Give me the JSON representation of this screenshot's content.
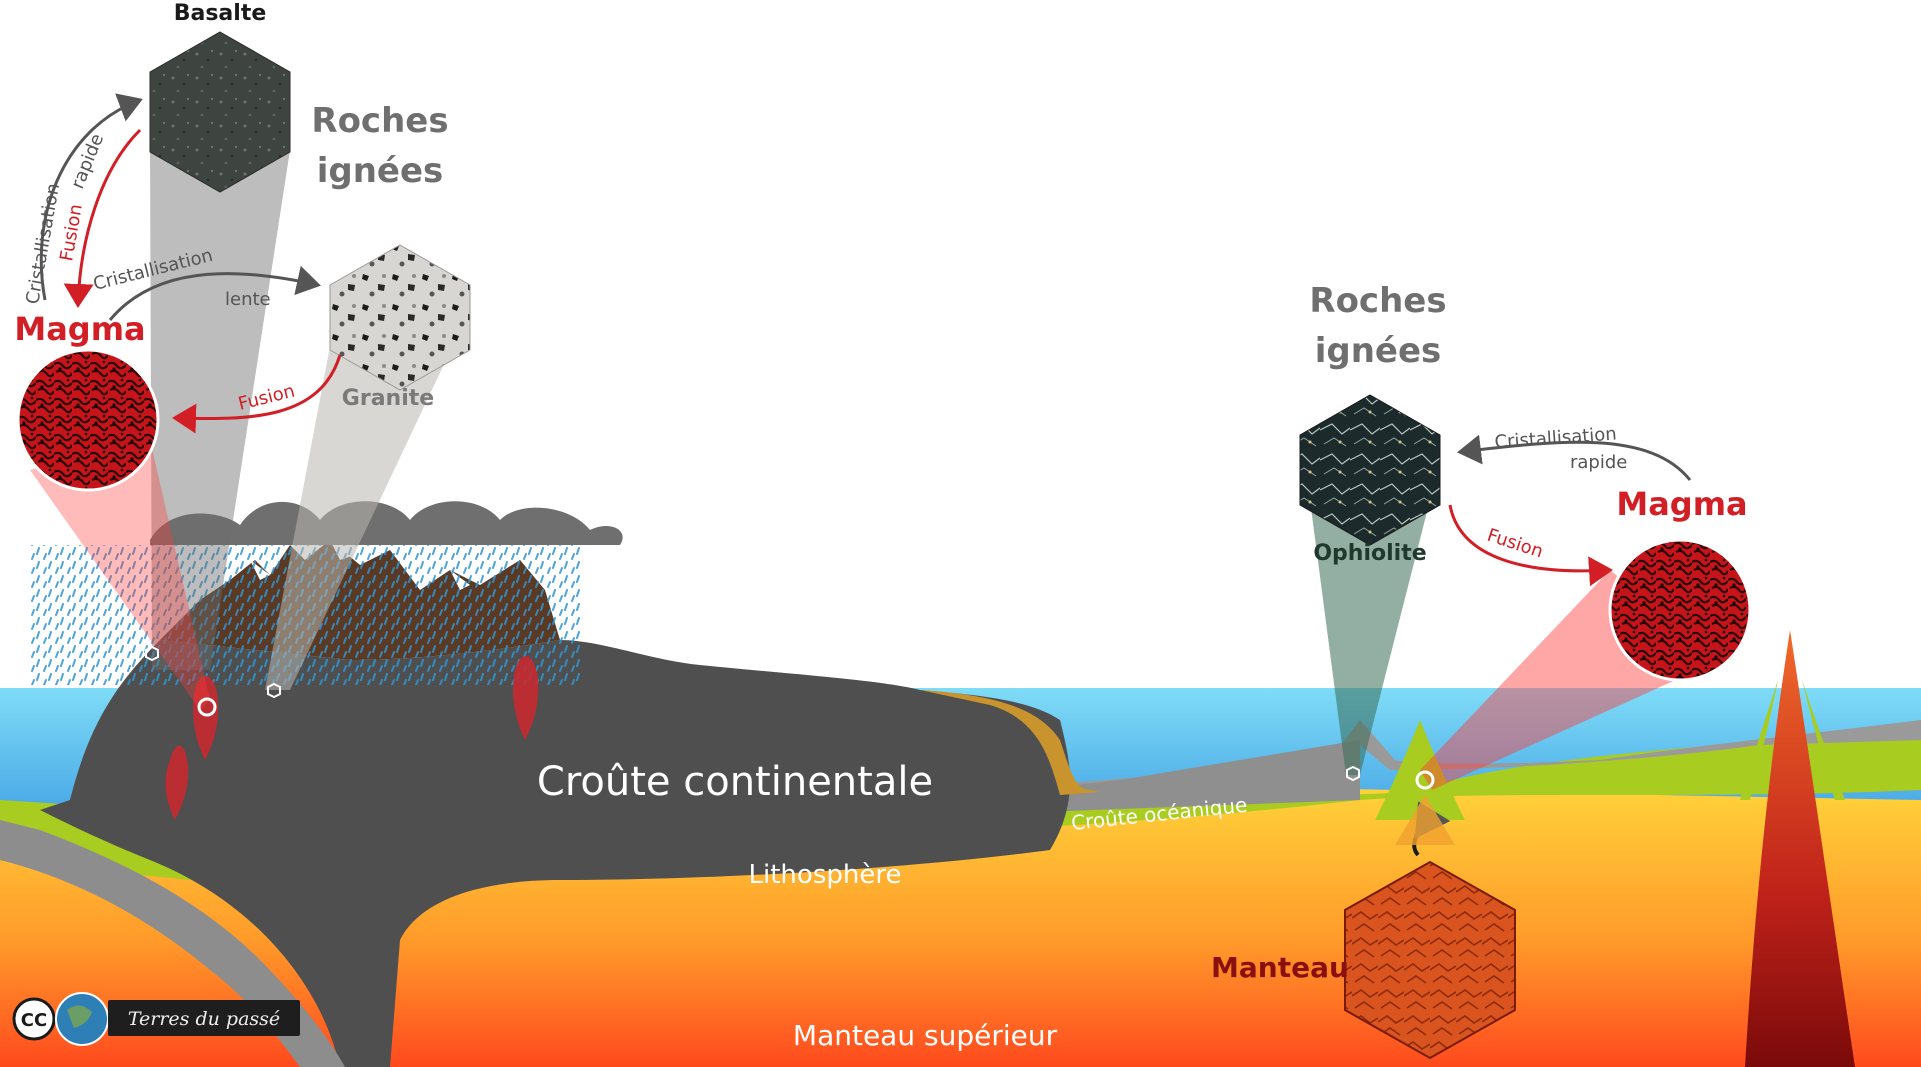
{
  "left": {
    "title_line1": "Roches",
    "title_line2": "ignées",
    "magma_label": "Magma",
    "basalt_label": "Basalte",
    "granite_label": "Granite",
    "cryst_fast_line1": "Cristallisation",
    "cryst_fast_line2": "rapide",
    "fusion_top": "Fusion",
    "cryst_slow_line1": "Cristallisation",
    "cryst_slow_line2": "lente",
    "fusion_bottom": "Fusion"
  },
  "right": {
    "title_line1": "Roches",
    "title_line2": "ignées",
    "magma_label": "Magma",
    "ophiolite_label": "Ophiolite",
    "cryst_line1": "Cristallisation",
    "cryst_line2": "rapide",
    "fusion": "Fusion",
    "mantle_label": "Manteau"
  },
  "layers": {
    "continental_crust": "Croûte continentale",
    "oceanic_crust": "Croûte océanique",
    "lithosphere": "Lithosphère",
    "upper_mantle": "Manteau supérieur"
  },
  "credit": {
    "cc": "CC",
    "name": "Terres du passé"
  },
  "colors": {
    "magma_red": "#d21f26",
    "ocean": "#6fd2f0",
    "continental_crust": "#4f4f4f",
    "lithosphere": "#a8cc1f",
    "mantle": "#ff9b2a"
  }
}
